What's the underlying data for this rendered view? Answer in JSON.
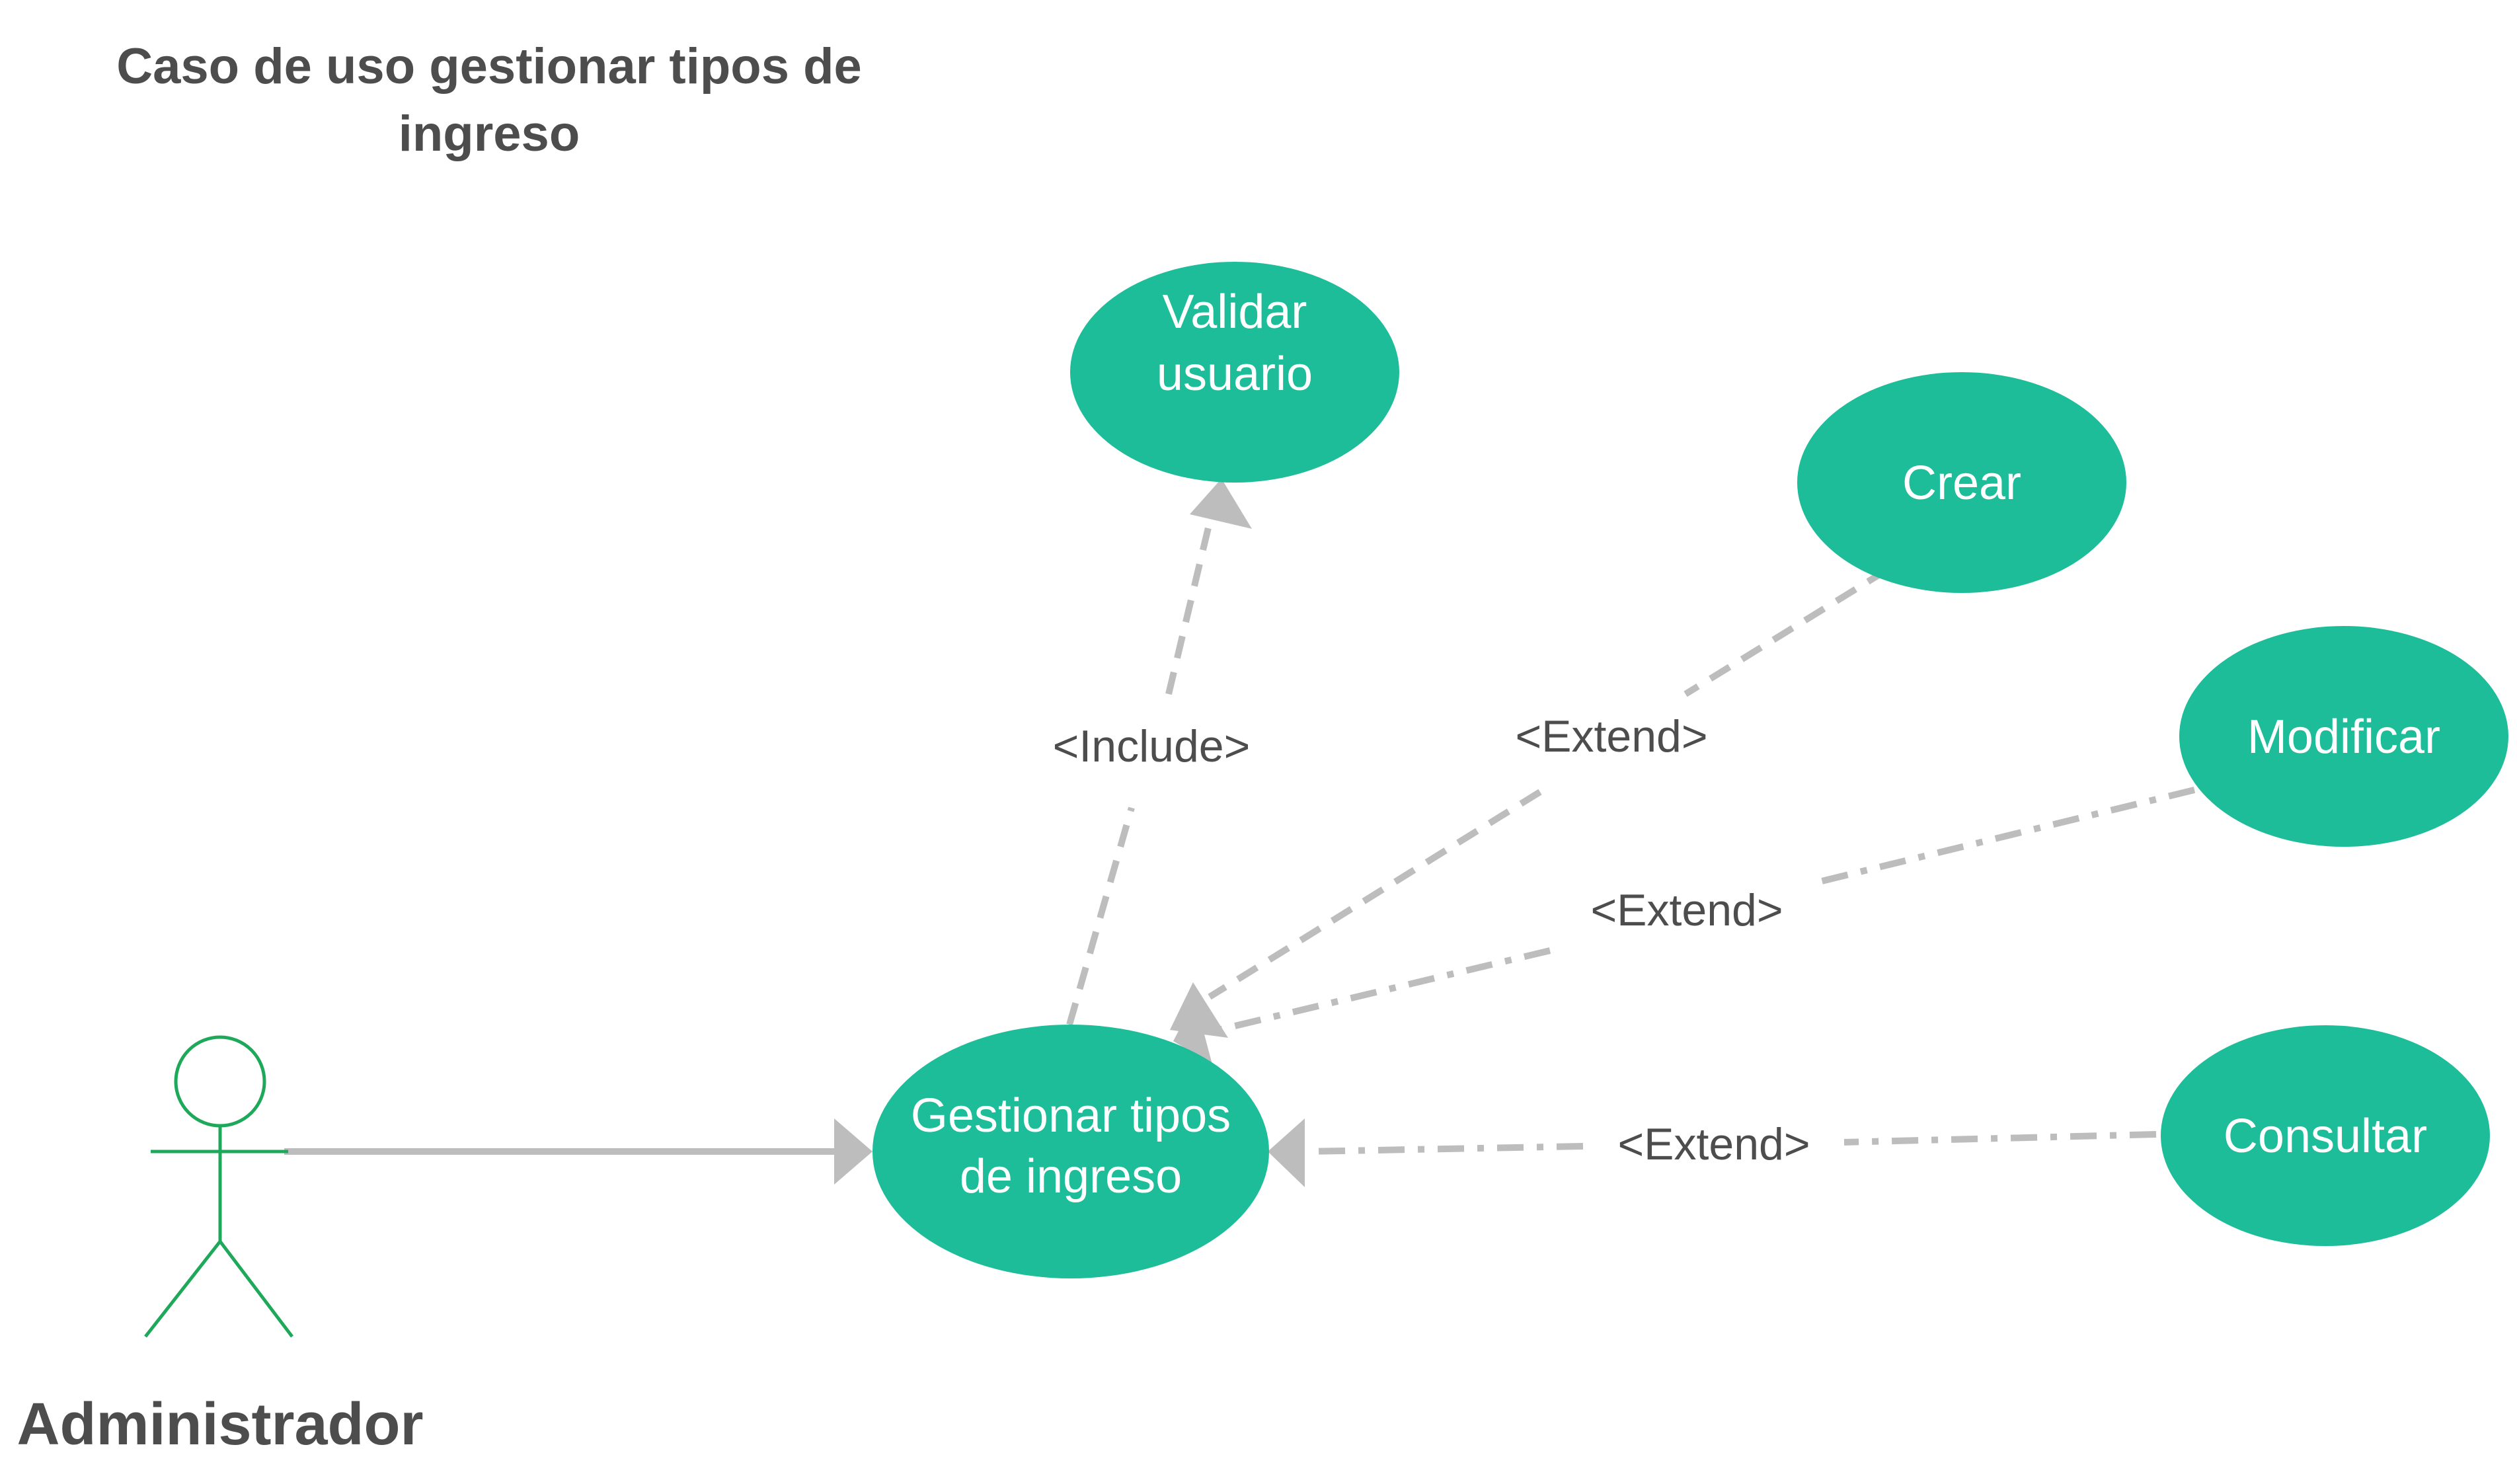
{
  "title": {
    "line1": "Caso de uso gestionar tipos de",
    "line2": "ingreso"
  },
  "actor": {
    "label": "Administrador"
  },
  "use_cases": {
    "validar": {
      "line1": "Validar",
      "line2": "usuario"
    },
    "crear": {
      "line1": "Crear"
    },
    "modificar": {
      "line1": "Modificar"
    },
    "consultar": {
      "line1": "Consultar"
    },
    "gestionar": {
      "line1": "Gestionar tipos",
      "line2": "de ingreso"
    }
  },
  "relations": {
    "include_label": "<Include>",
    "extend_crear_label": "<Extend>",
    "extend_modificar_label": "<Extend>",
    "extend_consultar_label": "<Extend>"
  },
  "colors": {
    "use_case_fill": "#1dbd9a",
    "actor_stroke": "#1ea85a",
    "connector": "#bdbdbd",
    "text_dark": "#4d4d4d",
    "text_light": "#ffffff"
  }
}
